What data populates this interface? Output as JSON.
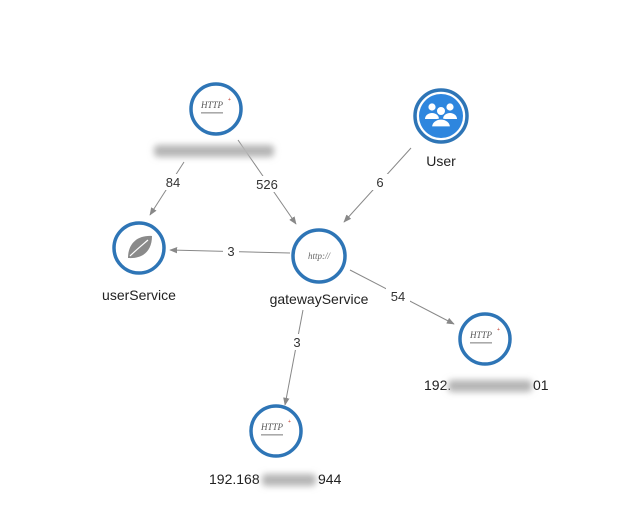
{
  "diagram": {
    "nodes": [
      {
        "id": "http_top",
        "label": "",
        "icon": "http-icon",
        "icon_text": "HTTP",
        "label_blurred": true
      },
      {
        "id": "user",
        "label": "User",
        "icon": "users-icon"
      },
      {
        "id": "userService",
        "label": "userService",
        "icon": "spring-leaf-icon"
      },
      {
        "id": "gatewayService",
        "label": "gatewayService",
        "icon": "http-link-icon",
        "icon_text": "http://"
      },
      {
        "id": "http_right",
        "label_prefix": "192.",
        "label_suffix": "01",
        "icon": "http-icon",
        "icon_text": "HTTP",
        "label_blurred": true
      },
      {
        "id": "http_bottom",
        "label_prefix": "192.168",
        "label_suffix": "944",
        "icon": "http-icon",
        "icon_text": "HTTP",
        "label_blurred": true
      }
    ],
    "edges": [
      {
        "id": "e1",
        "from": "http_top",
        "to": "userService",
        "label": "84"
      },
      {
        "id": "e2",
        "from": "http_top",
        "to": "gatewayService",
        "label": "526"
      },
      {
        "id": "e3",
        "from": "user",
        "to": "gatewayService",
        "label": "6"
      },
      {
        "id": "e4",
        "from": "gatewayService",
        "to": "userService",
        "label": "3"
      },
      {
        "id": "e5",
        "from": "gatewayService",
        "to": "http_right",
        "label": "54"
      },
      {
        "id": "e6",
        "from": "gatewayService",
        "to": "http_bottom",
        "label": "3"
      }
    ],
    "colors": {
      "node_ring": "#2e75b6",
      "user_fill": "#2e86de",
      "edge": "#888888",
      "icon_gray": "#8a8a8a"
    }
  }
}
